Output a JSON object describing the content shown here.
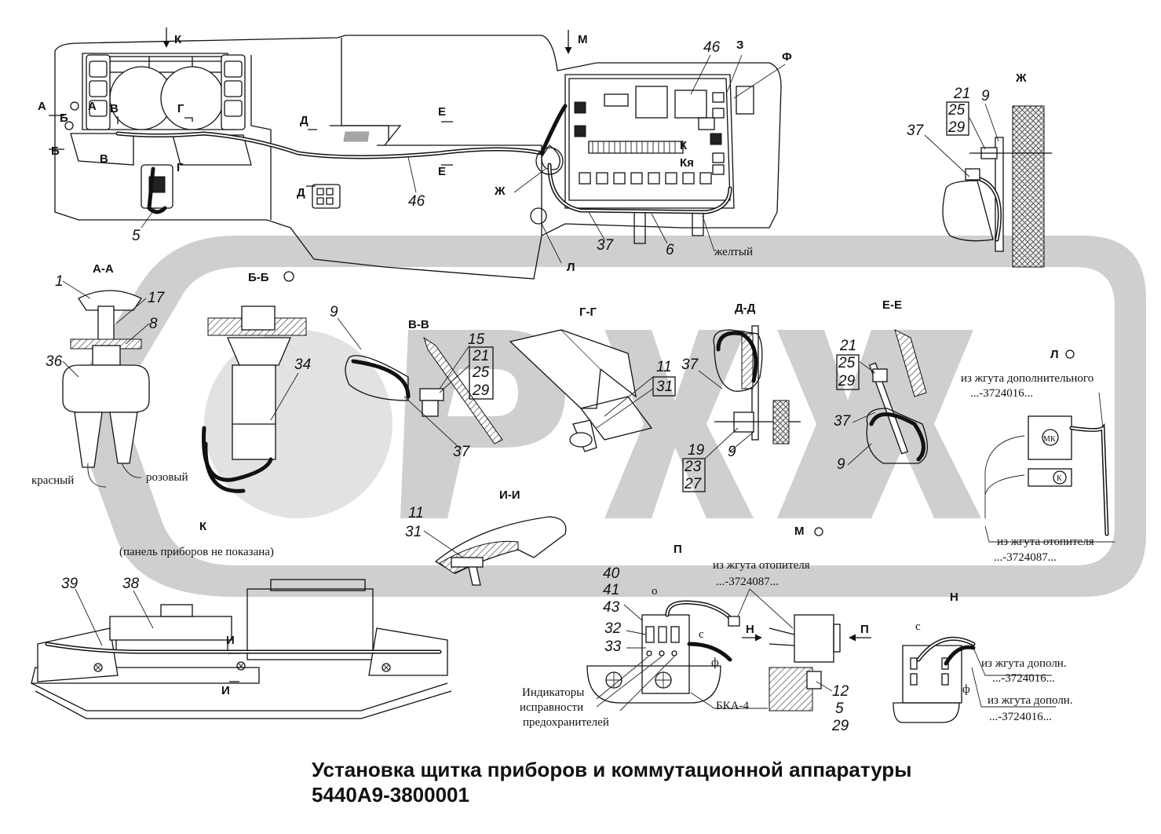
{
  "title": {
    "line1": "Установка щитка приборов и коммутационной аппаратуры",
    "line2": "5440А9-3800001"
  },
  "view_letters": {
    "K_top": "К",
    "M_top": "М",
    "A_left": "А",
    "A_left2": "А",
    "B_left": "Б",
    "B_left2": "Б",
    "V_top": "В",
    "V_bot": "В",
    "G_top": "Г",
    "G_bot": "Г",
    "D_top": "Д",
    "D_bot": "Д",
    "E_top": "Е",
    "E_bot": "Е",
    "Zh_left": "Ж",
    "Zh_right": "Ж",
    "Z_top": "З",
    "F_top": "Ф",
    "K_panel": "К",
    "Kya_panel": "Кя",
    "L_bottom": "Л"
  },
  "sections": {
    "AA": "А-А",
    "BB": "Б-Б",
    "VV": "В-В",
    "GG": "Г-Г",
    "DD": "Д-Д",
    "EE": "Е-Е",
    "II": "И-И",
    "L": "Л",
    "M": "М",
    "P": "П",
    "N": "Н",
    "K": "К",
    "Zh": "Ж",
    "I_top": "И",
    "I_bot": "И",
    "N_arrow": "Н",
    "P_arrow": "П"
  },
  "part_numbers": {
    "p46a": "46",
    "p46b": "46",
    "p5a": "5",
    "p37a": "37",
    "p6": "6",
    "p21a": "21",
    "p25a": "25",
    "p29a": "29",
    "p9a": "9",
    "p37b": "37",
    "p1": "1",
    "p17": "17",
    "p8": "8",
    "p36": "36",
    "p34": "34",
    "p9b": "9",
    "p15": "15",
    "p21b": "21",
    "p25b": "25",
    "p29b": "29",
    "p37c": "37",
    "p11a": "11",
    "p31a": "31",
    "p37d": "37",
    "p19": "19",
    "p23": "23",
    "p27": "27",
    "p9c": "9",
    "p21c": "21",
    "p25c": "25",
    "p29c": "29",
    "p37e": "37",
    "p9d": "9",
    "p11b": "11",
    "p31b": "31",
    "p39": "39",
    "p38": "38",
    "p40": "40",
    "p41": "41",
    "p43": "43",
    "p32": "32",
    "p33": "33",
    "p12": "12",
    "p5b": "5",
    "p29d": "29"
  },
  "labels": {
    "yellow": "желтый",
    "red": "красный",
    "pink": "розовый",
    "panel_not_shown": "(панель приборов не показана)",
    "from_additional_harness": "из жгута дополнительного",
    "code_3724016_a": "...-3724016...",
    "from_heater_harness_a": "из жгута отопителя",
    "code_3724087_a": "...-3724087...",
    "from_heater_harness_b": "из жгута отопителя",
    "code_3724087_b": "...-3724087...",
    "indicators_1": "Индикаторы",
    "indicators_2": "исправности",
    "indicators_3": "предохранителей",
    "bka4": "БКА-4",
    "from_add_b": "из жгута дополн.",
    "code_3724016_b": "...-3724016...",
    "from_add_c": "из жгута дополн.",
    "code_3724016_c": "...-3724016...",
    "mk": "МК",
    "k_conn": "К",
    "o_a": "о",
    "s_a": "с",
    "f_a": "ф",
    "s_b": "с",
    "f_b": "ф"
  }
}
